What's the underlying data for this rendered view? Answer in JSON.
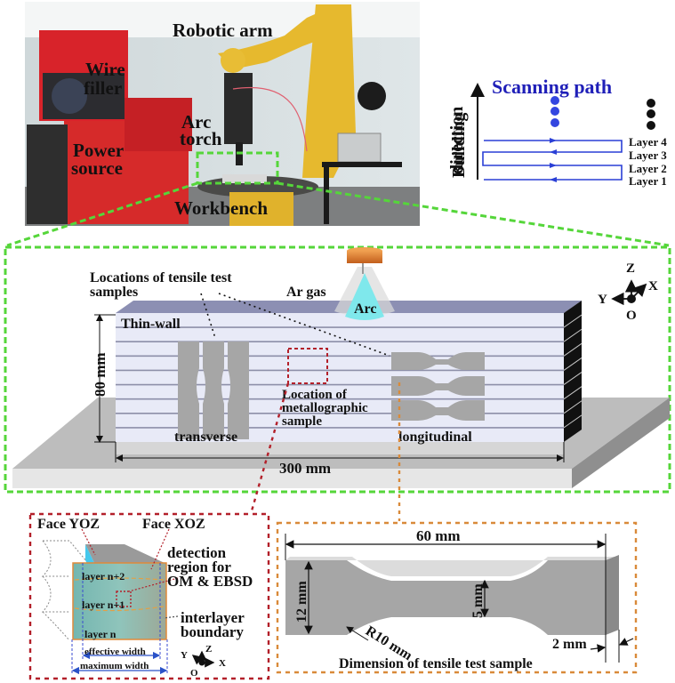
{
  "photo": {
    "labels": {
      "robotic_arm": "Robotic arm",
      "wire_filler_line1": "Wire",
      "wire_filler_line2": "filler",
      "arc_torch_line1": "Arc",
      "arc_torch_line2": "torch",
      "power_source_line1": "Power",
      "power_source_line2": "source",
      "workbench": "Workbench"
    }
  },
  "scanning": {
    "title": "Scanning path",
    "axis_label_line1": "Building",
    "axis_label_line2": "direction",
    "layers": [
      "Layer 4",
      "Layer 3",
      "Layer 2",
      "Layer 1"
    ],
    "colors": {
      "path": "#2a3fd6",
      "title": "#1f1fb8"
    }
  },
  "wall": {
    "tensile_locations_line1": "Locations of tensile test",
    "tensile_locations_line2": "samples",
    "ar_gas": "Ar gas",
    "arc": "Arc",
    "thin_wall": "Thin-wall",
    "height": "80 mm",
    "length": "300 mm",
    "transverse": "transverse",
    "longitudinal": "longitudinal",
    "metallographic_line1": "Location of",
    "metallographic_line2": "metallographic",
    "metallographic_line3": "sample",
    "axes": {
      "z": "Z",
      "x": "X",
      "y": "Y",
      "o": "O"
    }
  },
  "detail": {
    "face_yoz": "Face YOZ",
    "face_xoz": "Face XOZ",
    "detection_line1": "detection",
    "detection_line2": "region for",
    "detection_line3": "OM & EBSD",
    "interlayer_line1": "interlayer",
    "interlayer_line2": "boundary",
    "layer_n2": "layer n+2",
    "layer_n1": "layer n+1",
    "layer_n": "layer n",
    "effective_width": "effective width",
    "maximum_width": "maximum width",
    "axes": {
      "z": "Z",
      "x": "X",
      "y": "Y",
      "o": "O"
    }
  },
  "specimen": {
    "length": "60 mm",
    "grip_width": "12 mm",
    "gauge_width": "5 mm",
    "radius": "R10 mm",
    "thickness": "2 mm",
    "caption": "Dimension of tensile test sample"
  },
  "colors": {
    "green_dash": "#55d63a",
    "red_dash": "#b3202a",
    "orange_dash": "#d98a3a",
    "wall_face": "#e8eaf7",
    "wall_top": "#8c8fb3",
    "sample_gray": "#a6a6a6",
    "arc_cyan": "#7fe8ec",
    "nozzle_orange": "#d7732a"
  }
}
